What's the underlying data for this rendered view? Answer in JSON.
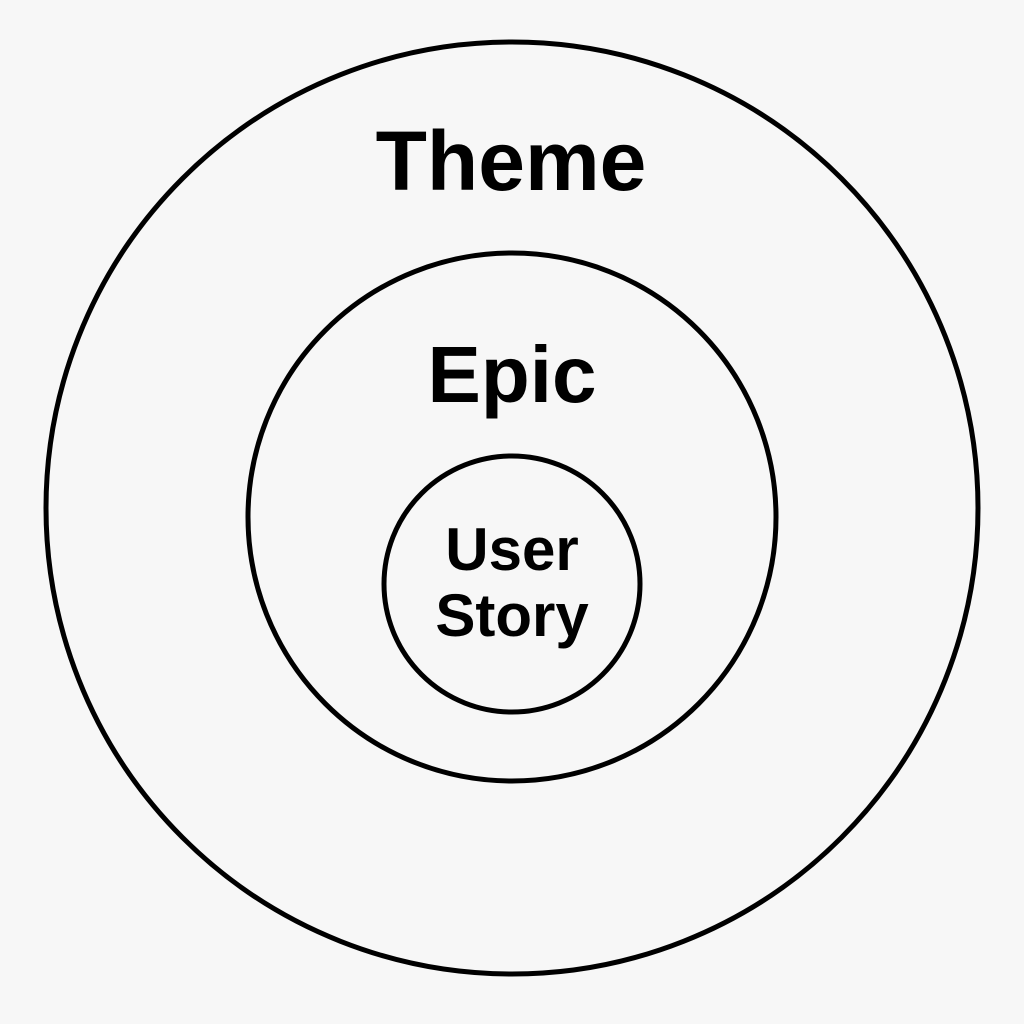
{
  "diagram": {
    "type": "nested-circles",
    "background_color": "#f7f7f7",
    "stroke_color": "#000000",
    "levels": [
      {
        "label": "Theme"
      },
      {
        "label": "Epic"
      },
      {
        "label_lines": [
          "User",
          "Story"
        ]
      }
    ]
  }
}
